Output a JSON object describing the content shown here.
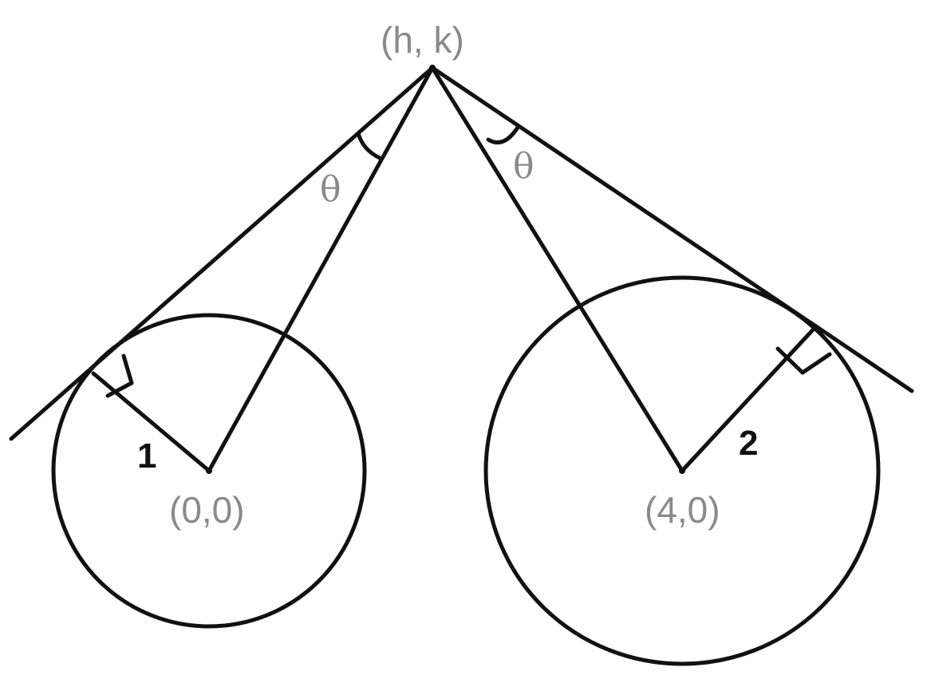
{
  "labels": {
    "apex": "(h, k)",
    "left_center": "(0,0)",
    "right_center": "(4,0)",
    "left_radius": "1",
    "right_radius": "2",
    "left_angle": "θ",
    "right_angle": "θ"
  }
}
